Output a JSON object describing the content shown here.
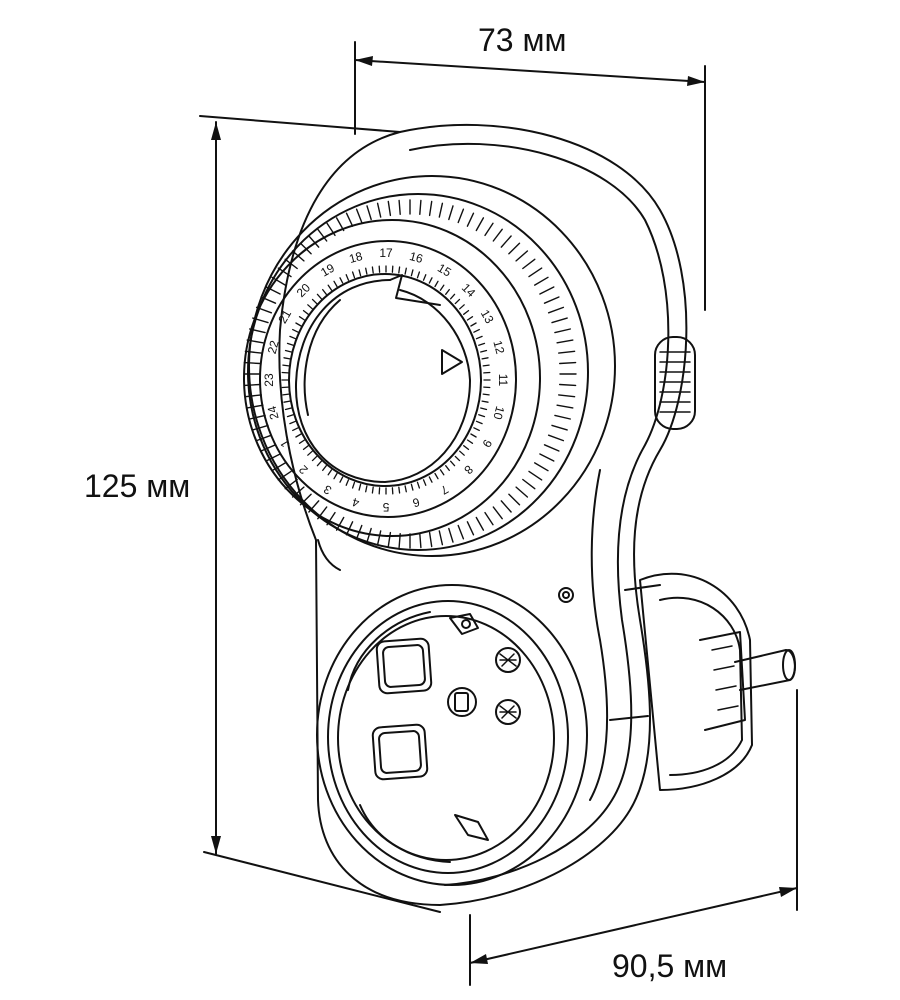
{
  "dimensions": {
    "width": "73 мм",
    "height": "125 мм",
    "depth": "90,5 мм"
  },
  "dial": {
    "hours": [
      "1",
      "2",
      "3",
      "4",
      "5",
      "6",
      "7",
      "8",
      "9",
      "10",
      "11",
      "12",
      "13",
      "14",
      "15",
      "16",
      "17",
      "18",
      "19",
      "20",
      "21",
      "22",
      "23",
      "24"
    ]
  },
  "colors": {
    "line": "#111111",
    "background": "#ffffff"
  }
}
